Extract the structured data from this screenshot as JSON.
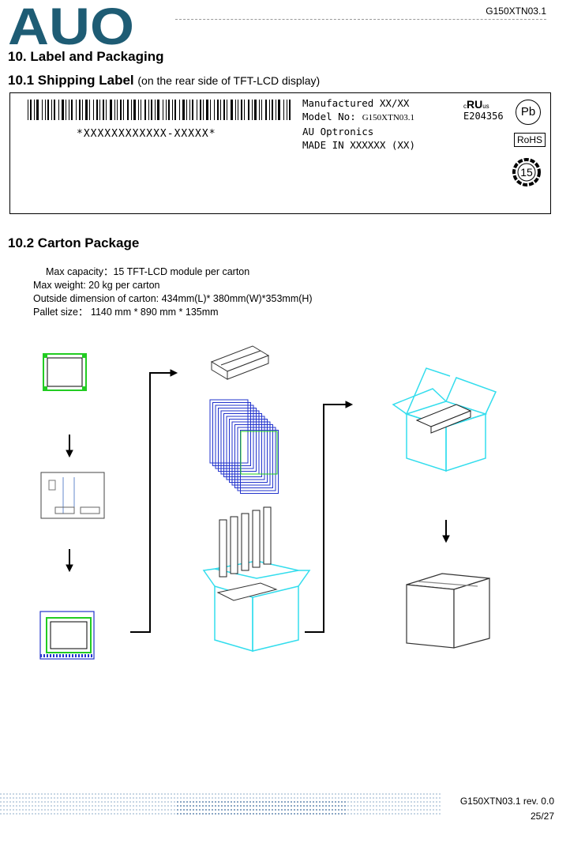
{
  "header": {
    "logo_text": "AUO",
    "model": "G150XTN03.1"
  },
  "section": {
    "title": "10. Label and Packaging"
  },
  "shipping_label": {
    "heading": "10.1 Shipping Label",
    "heading_note": "(on the rear side of TFT-LCD display)",
    "serial": "*XXXXXXXXXXXX-XXXXX*",
    "manufactured": "Manufactured XX/XX",
    "model_label": "Model No:",
    "model_value": "G150XTN03.1",
    "company": "AU Optronics",
    "made_in": "MADE IN XXXXXX (XX)",
    "ul_mark": "cRUus",
    "ul_number": "E204356",
    "pb_mark": "Pb",
    "rohs_mark": "RoHS",
    "epup_number": "15"
  },
  "carton": {
    "heading": "10.2 Carton Package",
    "specs": [
      "Max capacity：15 TFT-LCD module per carton",
      "Max weight: 20 kg per carton",
      "Outside dimension of carton: 434mm(L)* 380mm(W)*353mm(H)",
      "Pallet size：  1140 mm * 890 mm * 135mm"
    ]
  },
  "colors": {
    "green": "#22cc22",
    "blue": "#2233cc",
    "cyan": "#33dded",
    "logo": "#1e5c74"
  },
  "footer": {
    "model_rev": "G150XTN03.1  rev.  0.0",
    "page": "25/27"
  }
}
